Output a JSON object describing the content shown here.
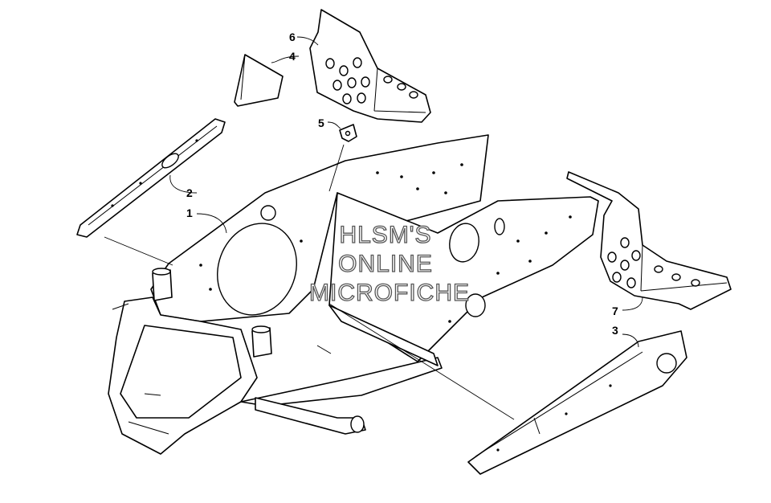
{
  "callouts": {
    "c1": "1",
    "c2": "2",
    "c3": "3",
    "c4": "4",
    "c5": "5",
    "c6": "6",
    "c7": "7"
  },
  "watermark": {
    "line1": "HLSM'S",
    "line2": "ONLINE",
    "line3": "MICROFICHE"
  },
  "colors": {
    "line": "#000000",
    "background": "#ffffff",
    "watermark_outline": "#555555"
  }
}
